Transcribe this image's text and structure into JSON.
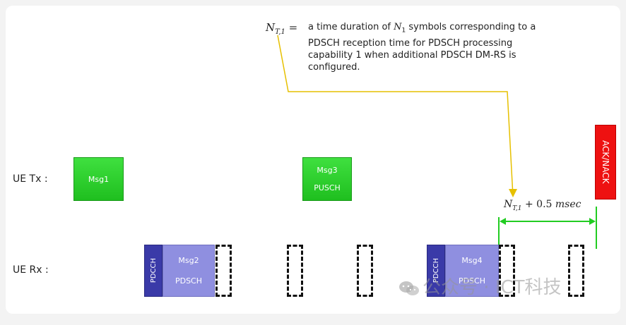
{
  "annotation": {
    "symbol_main": "N",
    "symbol_sub": "T,1",
    "equals": "=",
    "desc_line1_pre": "a time duration of ",
    "desc_sym": "N",
    "desc_sym_sub": "1",
    "desc_line1_post": " symbols corresponding to a",
    "desc_line2": "PDSCH reception time for PDSCH processing",
    "desc_line3": "capability 1 when additional PDSCH DM-RS is",
    "desc_line4": "configured."
  },
  "rows": {
    "tx_label": "UE Tx :",
    "rx_label": "UE Rx :"
  },
  "tx_blocks": {
    "msg1": "Msg1",
    "msg3_line1": "Msg3",
    "msg3_line2": "PUSCH",
    "ack": "ACK/NACK"
  },
  "rx_blocks": {
    "pdcch1": "PDCCH",
    "msg2_line1": "Msg2",
    "msg2_line2": "PDSCH",
    "pdcch2": "PDCCH",
    "msg4_line1": "Msg4",
    "msg4_line2": "PDSCH"
  },
  "timing": {
    "sym_main": "N",
    "sym_sub": "T,1",
    "rest": " + 0.5 ",
    "unit": "msec"
  },
  "watermark": "公众号 · ICT科技",
  "colors": {
    "green": "#2ecc2e",
    "ack_red": "#ee1111",
    "pdcch_dark": "#3a3aa8",
    "pdsch_light": "#8f8fe0",
    "arrow_yellow": "#e6c000",
    "timing_green": "#22cc22"
  }
}
